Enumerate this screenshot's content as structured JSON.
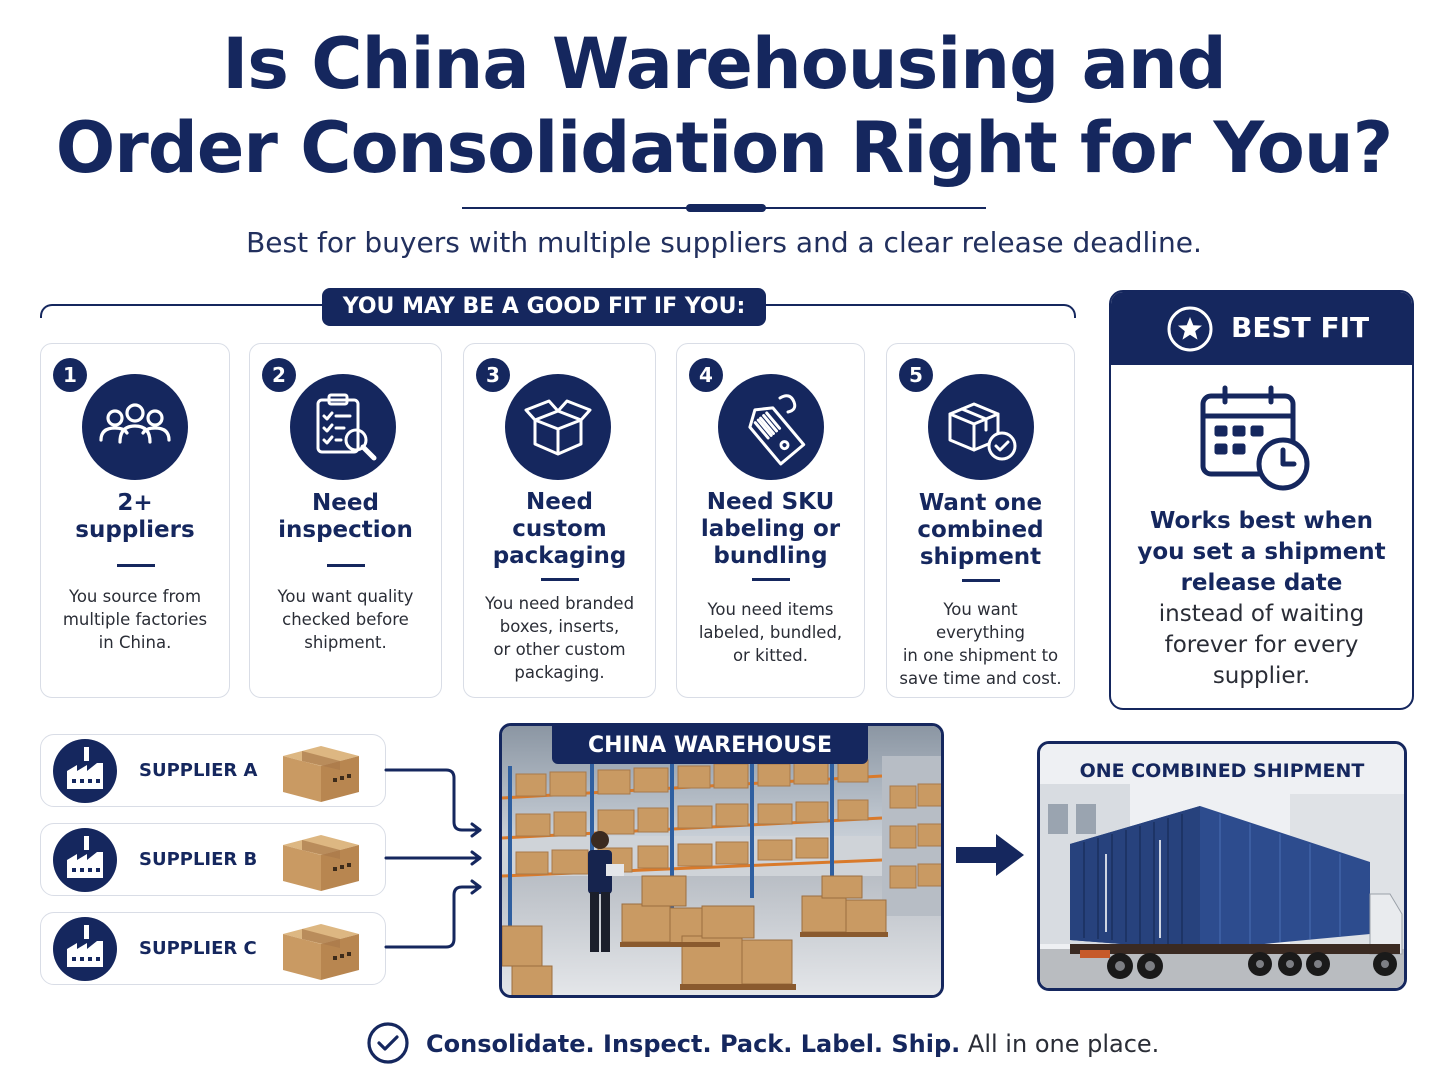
{
  "header": {
    "title_line1": "Is China Warehousing and",
    "title_line2": "Order Consolidation Right for You?",
    "subtitle": "Best for buyers with multiple suppliers and a clear release deadline."
  },
  "fit_section": {
    "banner": "YOU MAY BE A GOOD FIT IF YOU:",
    "cards": [
      {
        "number": "1",
        "icon": "people-group-icon",
        "title_lines": [
          "2+",
          "suppliers"
        ],
        "desc_lines": [
          "You source from",
          "multiple factories",
          "in China."
        ]
      },
      {
        "number": "2",
        "icon": "clipboard-magnifier-icon",
        "title_lines": [
          "Need",
          "inspection"
        ],
        "desc_lines": [
          "You want quality",
          "checked before",
          "shipment."
        ]
      },
      {
        "number": "3",
        "icon": "open-box-icon",
        "title_lines": [
          "Need",
          "custom",
          "packaging"
        ],
        "desc_lines": [
          "You need branded",
          "boxes, inserts,",
          "or other custom",
          "packaging."
        ]
      },
      {
        "number": "4",
        "icon": "barcode-tag-icon",
        "title_lines": [
          "Need SKU",
          "labeling or",
          "bundling"
        ],
        "desc_lines": [
          "You need items",
          "labeled, bundled,",
          "or kitted."
        ]
      },
      {
        "number": "5",
        "icon": "box-check-icon",
        "title_lines": [
          "Want one",
          "combined",
          "shipment"
        ],
        "desc_lines": [
          "You want everything",
          "in one shipment to",
          "save time and cost."
        ]
      }
    ]
  },
  "best_fit": {
    "title": "BEST FIT",
    "bold_lines": [
      "Works best when",
      "you set a shipment",
      "release date"
    ],
    "text_lines": [
      "instead of waiting",
      "forever for every",
      "supplier."
    ]
  },
  "flow": {
    "suppliers": [
      "SUPPLIER A",
      "SUPPLIER B",
      "SUPPLIER C"
    ],
    "warehouse_label": "CHINA WAREHOUSE",
    "shipment_label": "ONE COMBINED SHIPMENT"
  },
  "footer": {
    "bold": "Consolidate. Inspect. Pack. Label. Ship.",
    "rest": "All in one place."
  },
  "colors": {
    "navy": "#15275e",
    "border": "#d9dde6",
    "cardboard": "#c99a63",
    "container_blue": "#2d4c8e"
  }
}
